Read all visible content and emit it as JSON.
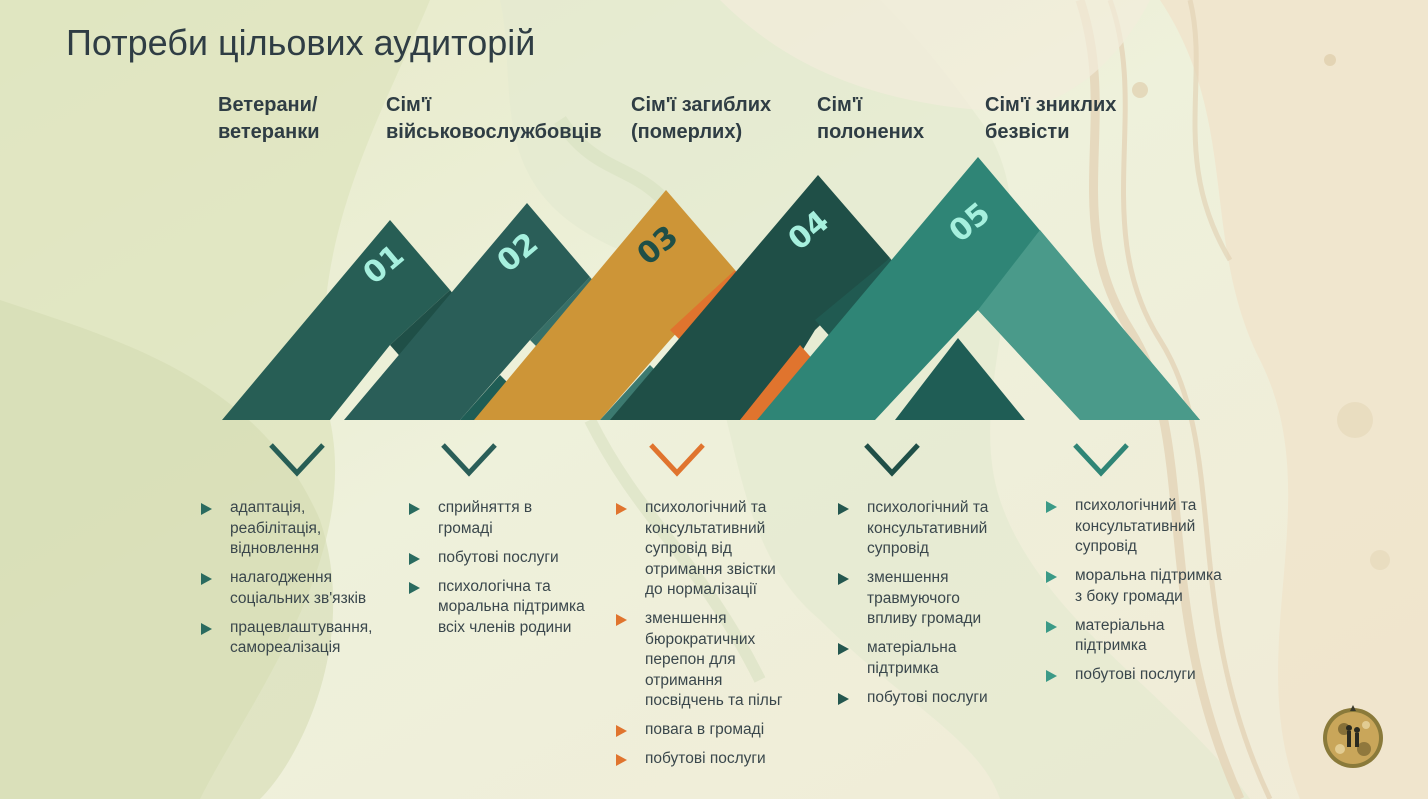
{
  "title": "Потреби цільових аудиторій",
  "colors": {
    "dark_green": "#275e55",
    "teal": "#2f8576",
    "mustard": "#cd9537",
    "orange": "#e0742e",
    "number_text": "#a6f0de"
  },
  "columns": [
    {
      "number": "01",
      "heading": "Ветерани/\nветеранки",
      "bullet_color": "#2a6b5f",
      "items": [
        "адаптація,\nреабілітація,\nвідновлення",
        "налагодження\nсоціальних зв'язків",
        "працевлаштування,\nсамореалізація"
      ]
    },
    {
      "number": "02",
      "heading": "Сім'ї\nвійськовослужбовців",
      "bullet_color": "#2a6b5f",
      "items": [
        "сприйняття в\nгромаді",
        "побутові послуги",
        "психологічна та\nморальна підтримка\nвсіх членів родини"
      ]
    },
    {
      "number": "03",
      "heading": "Сім'ї загиблих\n(померлих)",
      "bullet_color": "#e0742e",
      "items": [
        "психологічний та\nконсультативний\nсупровід від\nотримання звістки\nдо нормалізації",
        "зменшення\nбюрократичних\nперепон для\nотримання\nпосвідчень та пільг",
        "повага в громаді",
        "побутові послуги"
      ]
    },
    {
      "number": "04",
      "heading": "Сім'ї\nполонених",
      "bullet_color": "#24574f",
      "items": [
        "психологічний та\nконсультативний\nсупровід",
        "зменшення\nтравмуючого\nвпливу громади",
        "матеріальна\nпідтримка",
        "побутові послуги"
      ]
    },
    {
      "number": "05",
      "heading": "Сім'ї зниклих\nбезвісти",
      "bullet_color": "#3b9a87",
      "items": [
        "психологічний та\nконсультативний\nсупровід",
        "моральна підтримка\nз боку громади",
        "матеріальна\nпідтримка",
        "побутові послуги"
      ]
    }
  ]
}
